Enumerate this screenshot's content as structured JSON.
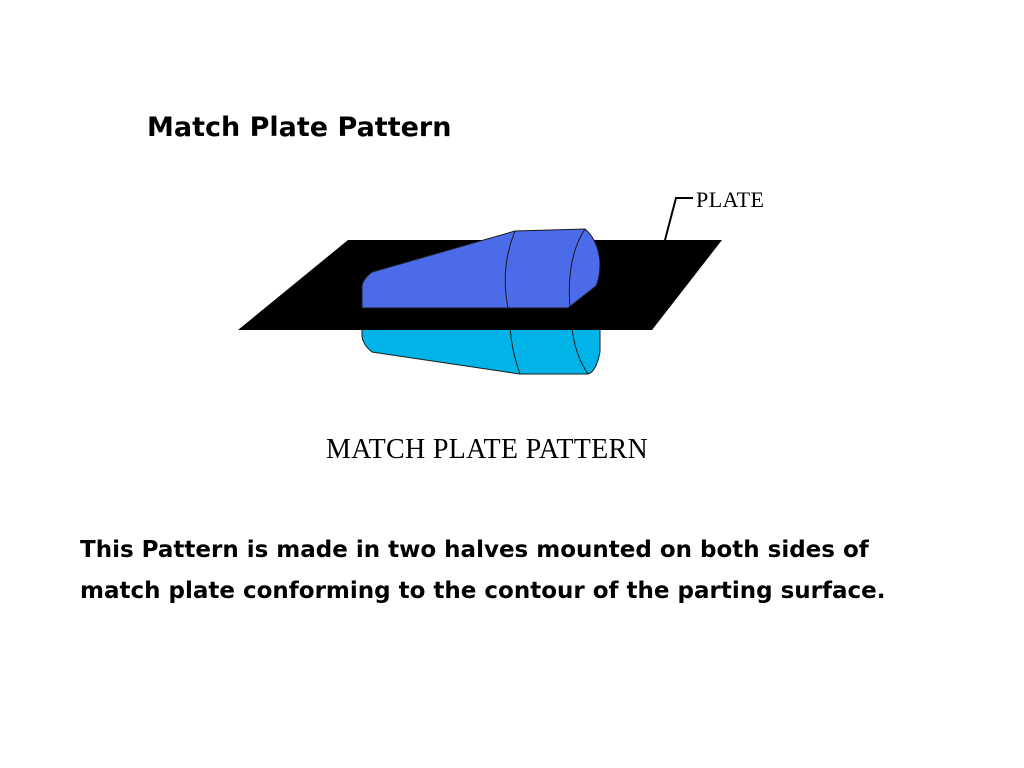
{
  "slide": {
    "title": "Match Plate Pattern",
    "description": "This Pattern is made in two halves mounted on both sides of match plate conforming to the contour of the parting surface."
  },
  "diagram": {
    "callout_label": "PLATE",
    "caption": "MATCH PLATE PATTERN",
    "colors": {
      "plate": "#000000",
      "upper_half": "#4b6be8",
      "lower_half": "#00b4ea",
      "outline": "#1a1a1a"
    }
  }
}
